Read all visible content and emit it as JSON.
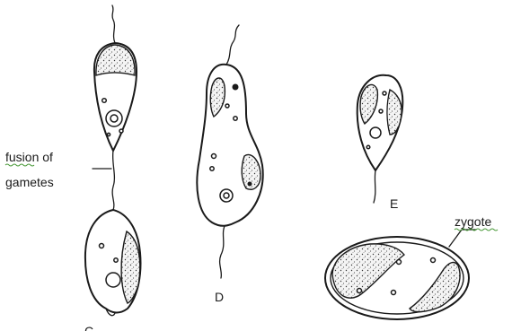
{
  "labels": {
    "fusion_line1": "fusion of",
    "fusion_line2": "gametes",
    "stage_c": "C",
    "stage_d": "D",
    "stage_e": "E",
    "zygote": "zygote"
  },
  "colors": {
    "ink": "#1a1a1a",
    "background": "#ffffff",
    "spellcheck_underline": "#4a9a3a"
  }
}
